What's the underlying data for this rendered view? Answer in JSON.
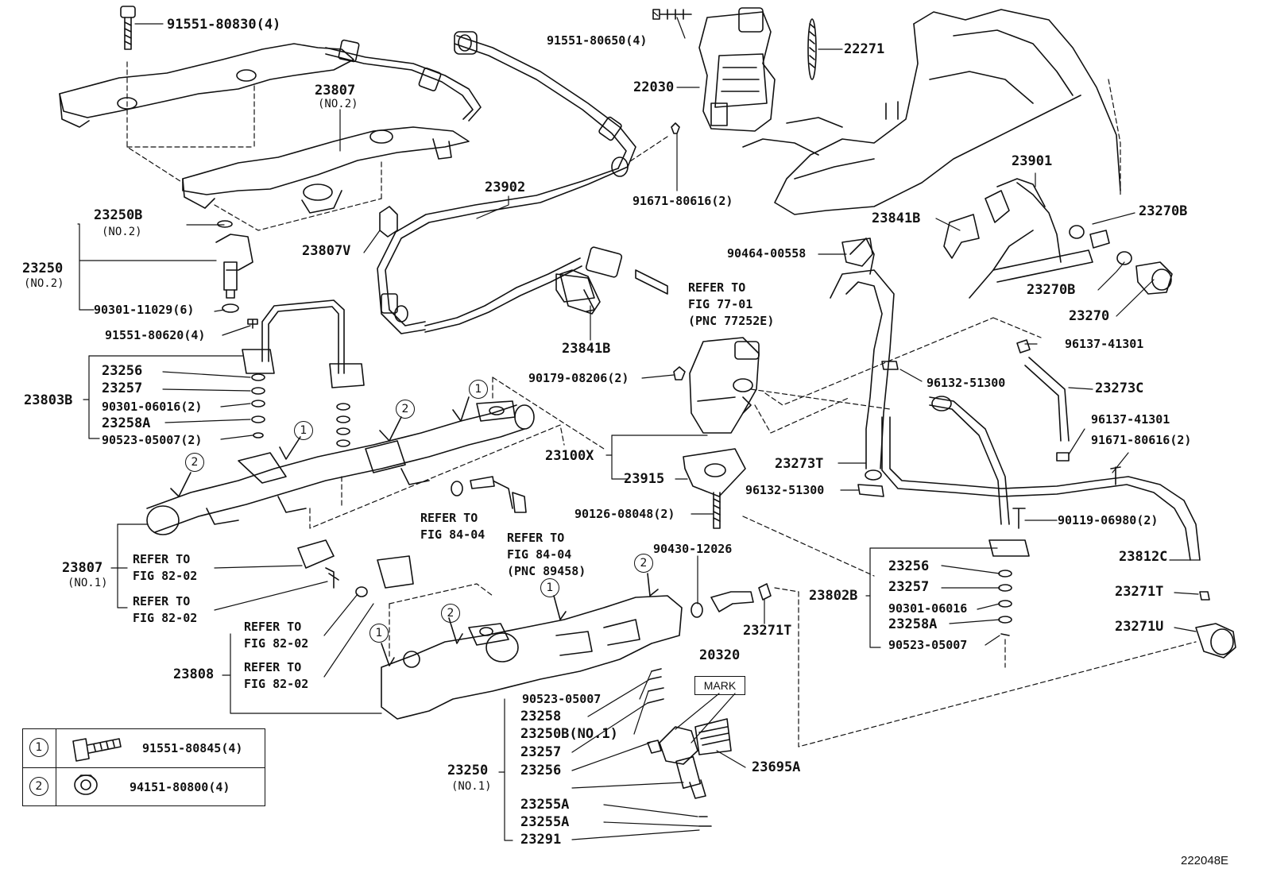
{
  "diagram_id": "222048E",
  "labels": {
    "p91551_80830": "91551-80830(4)",
    "p23807_no2": "23807",
    "p23807_no2_sub": "(NO.2)",
    "p23250b_no2": "23250B",
    "p23250b_no2_sub": "(NO.2)",
    "p23250_no2": "23250",
    "p23250_no2_sub": "(NO.2)",
    "p90301_11029": "90301-11029(6)",
    "p23807v": "23807V",
    "p91551_80620": "91551-80620(4)",
    "p23256_l": "23256",
    "p23257_l": "23257",
    "p23803b": "23803B",
    "p90301_06016_l": "90301-06016(2)",
    "p23258a_l": "23258A",
    "p90523_05007_l": "90523-05007(2)",
    "p23807_no1": "23807",
    "p23807_no1_sub": "(NO.1)",
    "p23808": "23808",
    "p23902": "23902",
    "p91551_80650": "91551-80650(4)",
    "p22030": "22030",
    "p22271": "22271",
    "p91671_80616_top": "91671-80616(2)",
    "p23841b_top": "23841B",
    "p23841b_mid": "23841B",
    "p90464_00558": "90464-00558",
    "p23901": "23901",
    "p23270b_top": "23270B",
    "p23270b_mid": "23270B",
    "p23270": "23270",
    "p96137_41301_top": "96137-41301",
    "p96132_51300_top": "96132-51300",
    "p23273c": "23273C",
    "p96137_41301_mid": "96137-41301",
    "p91671_80616_mid": "91671-80616(2)",
    "p90179_08206": "90179-08206(2)",
    "p23100x": "23100X",
    "p23915": "23915",
    "p23273t": "23273T",
    "p96132_51300_mid": "96132-51300",
    "p90126_08048": "90126-08048(2)",
    "p90119_06980": "90119-06980(2)",
    "p23812c": "23812C",
    "p90430_12026": "90430-12026",
    "p20320": "20320",
    "p23271t_mid": "23271T",
    "p23802b": "23802B",
    "p23256_r": "23256",
    "p23257_r": "23257",
    "p90301_06016_r": "90301-06016",
    "p23258a_r": "23258A",
    "p90523_05007_r": "90523-05007",
    "p23271t_r": "23271T",
    "p23271u": "23271U",
    "p90523_05007_b": "90523-05007",
    "p23258_b": "23258",
    "p23250b_no1": "23250B(NO.1)",
    "p23257_b": "23257",
    "p23256_b": "23256",
    "p23250_no1": "23250",
    "p23250_no1_sub": "(NO.1)",
    "p23255a_1": "23255A",
    "p23255a_2": "23255A",
    "p23291": "23291",
    "p23695a": "23695A",
    "mark": "MARK"
  },
  "refer_notes": {
    "fig77": "REFER TO\nFIG 77-01\n(PNC 77252E)",
    "fig84a": "REFER TO\nFIG 84-04",
    "fig84b": "REFER TO\nFIG 84-04\n(PNC 89458)",
    "fig82a": "REFER TO\nFIG 82-02",
    "fig82b": "REFER TO\nFIG 82-02",
    "fig82c": "REFER TO\nFIG 82-02",
    "fig82d": "REFER TO\nFIG 82-02"
  },
  "callouts": [
    "1",
    "2"
  ],
  "legend": [
    {
      "num": "1",
      "part": "91551-80845(4)",
      "icon": "flange-bolt-icon"
    },
    {
      "num": "2",
      "part": "94151-80800(4)",
      "icon": "flange-nut-icon"
    }
  ]
}
